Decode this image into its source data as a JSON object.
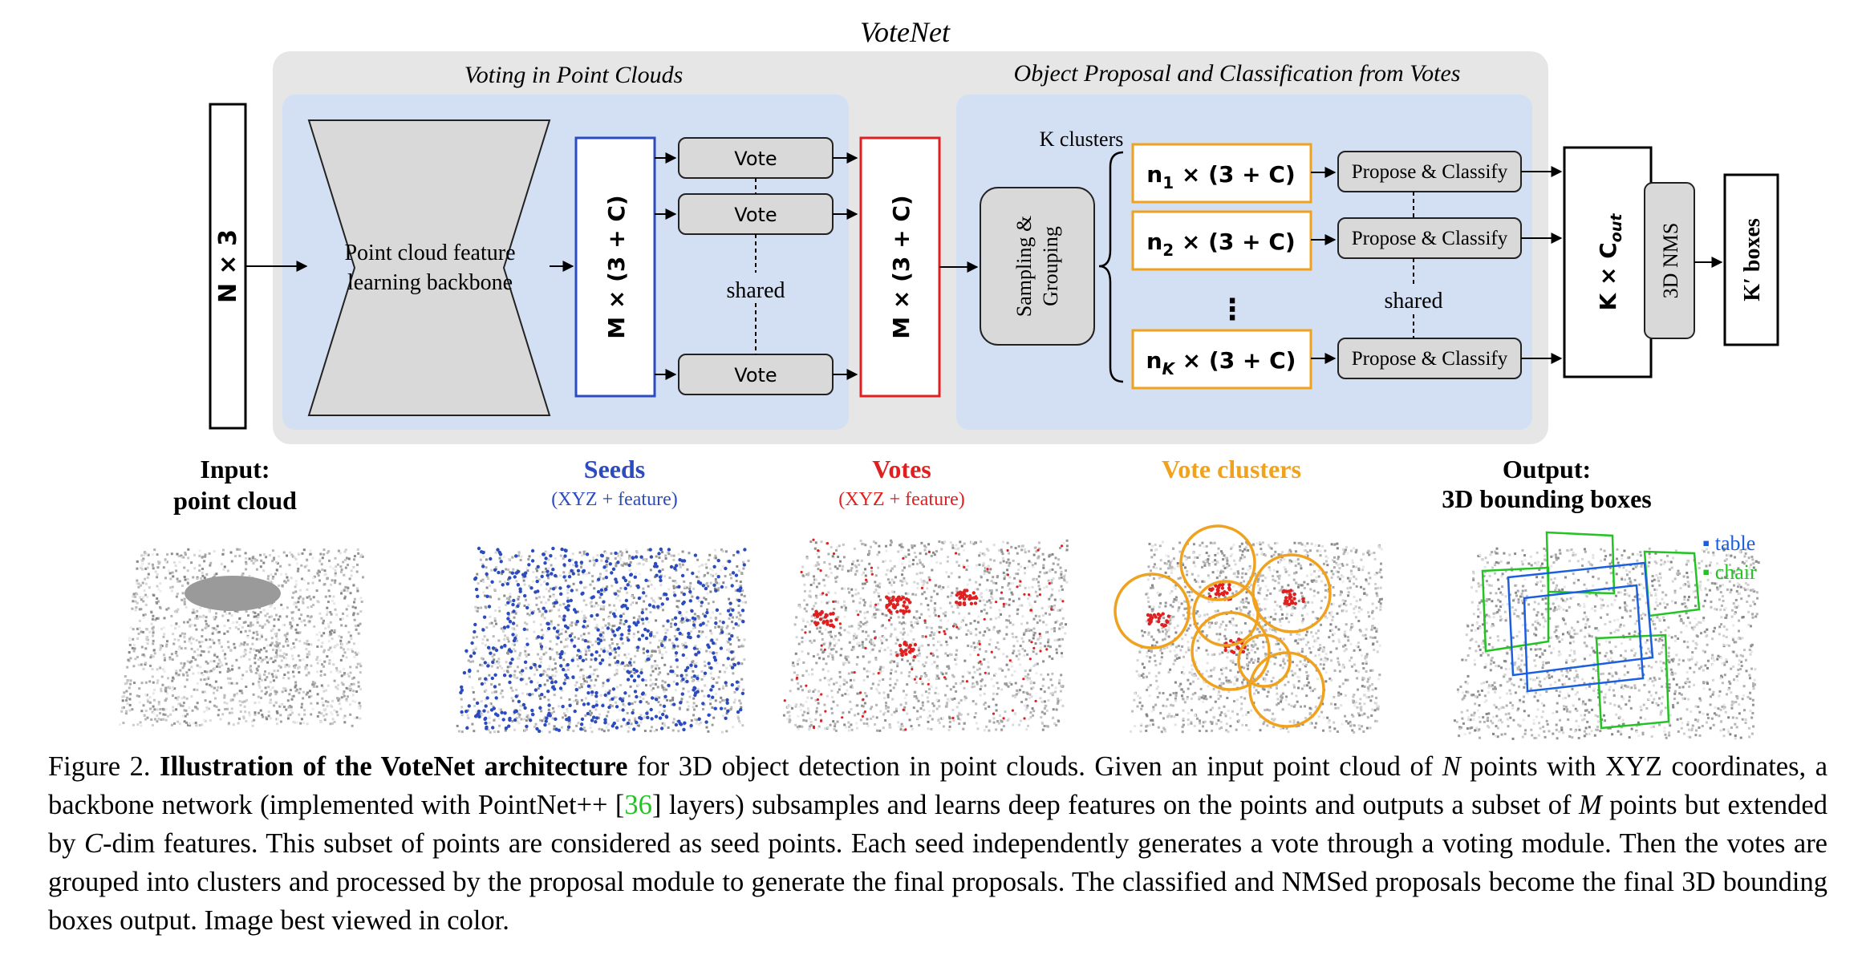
{
  "diagram": {
    "title": "VoteNet",
    "voting_title": "Voting in Point Clouds",
    "proposal_title": "Object Proposal and Classification from Votes",
    "input_box": "N × 3",
    "backbone_label_line1": "Point cloud feature",
    "backbone_label_line2": "learning backbone",
    "seeds_box": "M × (3 + C)",
    "vote_label": "Vote",
    "shared_label": "shared",
    "votes_box": "M × (3 + C)",
    "k_clusters": "K clusters",
    "sampling_line1": "Sampling &",
    "sampling_line2": "Grouping",
    "cluster1": "n₁ × (3 + C)",
    "cluster2": "n₂ × (3 + C)",
    "clusterK": "n_K × (3 + C)",
    "propose_label": "Propose & Classify",
    "kcout_box": "K × C_out",
    "nms_box": "3D NMS",
    "output_box": "K′ boxes",
    "colors": {
      "outer_panel": "#e6e6e6",
      "inner_panel": "#d3dff2",
      "seeds": "#2b4bbf",
      "votes": "#e02020",
      "clusters": "#f0a21e",
      "table": "#1a5fe0",
      "chair": "#22c322"
    }
  },
  "panels": {
    "input_title_1": "Input:",
    "input_title_2": "point cloud",
    "seeds_title": "Seeds",
    "seeds_sub": "(XYZ + feature)",
    "votes_title": "Votes",
    "votes_sub": "(XYZ + feature)",
    "clusters_title": "Vote clusters",
    "output_title_1": "Output:",
    "output_title_2": "3D bounding boxes",
    "legend_table": "▪ table",
    "legend_chair": "▪ chair"
  },
  "caption": {
    "prefix": "Figure 2. ",
    "bold": "Illustration of the VoteNet architecture",
    "t1": " for 3D object detection in point clouds. Given an input point cloud of ",
    "n": "N",
    "t2": " points with XYZ coordinates, a backbone network (implemented with PointNet++ [",
    "cite": "36",
    "t3": "] layers) subsamples and learns deep features on the points and outputs a subset of ",
    "m": "M",
    "t4": " points but extended by ",
    "c": "C",
    "t5": "-dim features. This subset of points are considered as seed points. Each seed independently generates a vote through a voting module. Then the votes are grouped into clusters and processed by the proposal module to generate the final proposals. The classified and NMSed proposals become the final 3D bounding boxes output. Image best viewed in color."
  }
}
